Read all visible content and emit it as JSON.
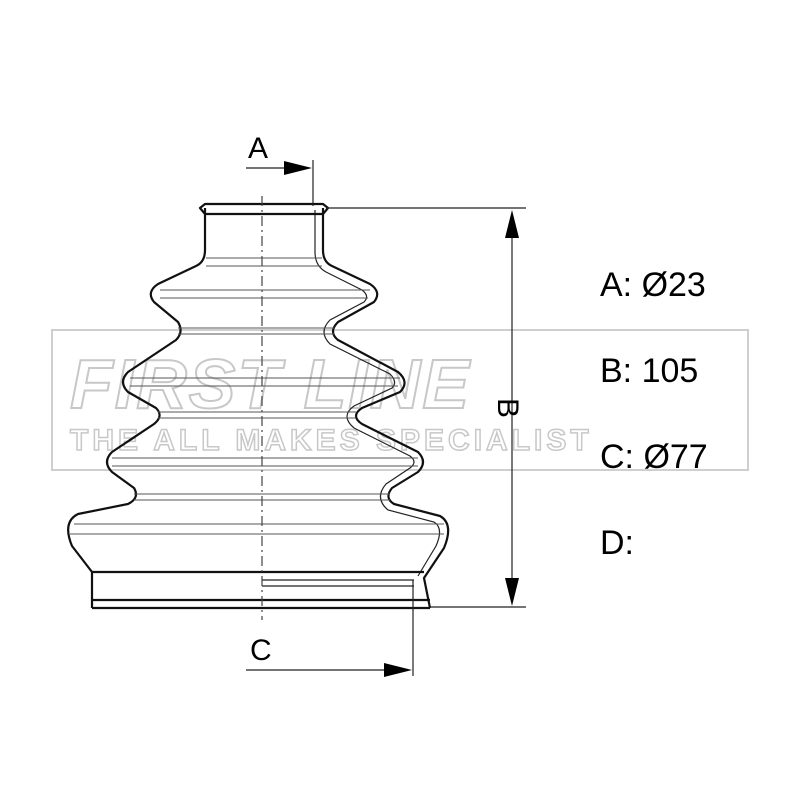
{
  "watermark": {
    "brand": "FIRST LINE",
    "tagline": "THE ALL MAKES SPECIALIST"
  },
  "dimensions": {
    "a_label": "A",
    "b_label": "B",
    "c_label": "C"
  },
  "specs": [
    {
      "key": "A",
      "text": "A: Ø23"
    },
    {
      "key": "B",
      "text": "B: 105"
    },
    {
      "key": "C",
      "text": "C: Ø77"
    },
    {
      "key": "D",
      "text": "D:"
    }
  ],
  "colors": {
    "line": "#111111",
    "watermark": "#c8c8c8",
    "background": "#ffffff"
  }
}
